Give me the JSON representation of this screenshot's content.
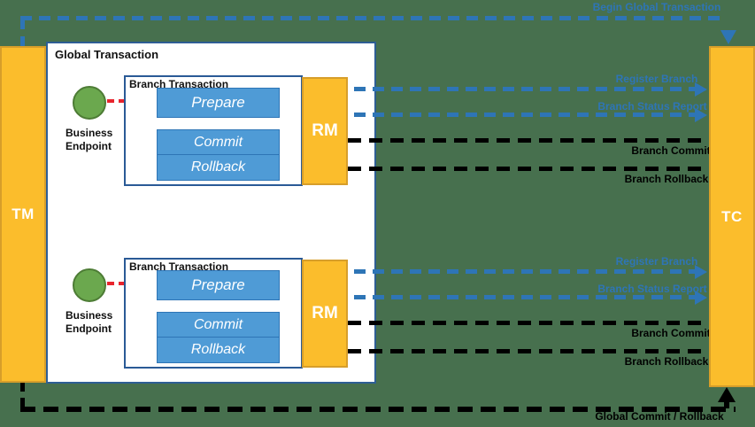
{
  "nodes": {
    "tm": "TM",
    "tc": "TC"
  },
  "global_transaction": {
    "title": "Global Transaction"
  },
  "branches": [
    {
      "title": "Branch Transaction",
      "business_endpoint": "Business Endpoint",
      "prepare": "Prepare",
      "commit": "Commit",
      "rollback": "Rollback",
      "rm": "RM",
      "register_branch": "Register Branch",
      "branch_status_report": "Branch Status Report",
      "branch_commit": "Branch Commit",
      "branch_rollback": "Branch Rollback"
    },
    {
      "title": "Branch Transaction",
      "business_endpoint": "Business Endpoint",
      "prepare": "Prepare",
      "commit": "Commit",
      "rollback": "Rollback",
      "rm": "RM",
      "register_branch": "Register Branch",
      "branch_status_report": "Branch Status Report",
      "branch_commit": "Branch Commit",
      "branch_rollback": "Branch Rollback"
    }
  ],
  "connectors": {
    "begin_global_transaction": "Begin Global Transaction",
    "global_commit_rollback": "Global Commit / Rollback"
  },
  "colors": {
    "background": "#47704E",
    "pillar_orange": "#FBBD2C",
    "accent_blue": "#2E75B6",
    "action_box_blue": "#4F9BD6",
    "endpoint_green": "#6BA84E",
    "signal_red": "#E8242D",
    "signal_black": "#000000"
  }
}
